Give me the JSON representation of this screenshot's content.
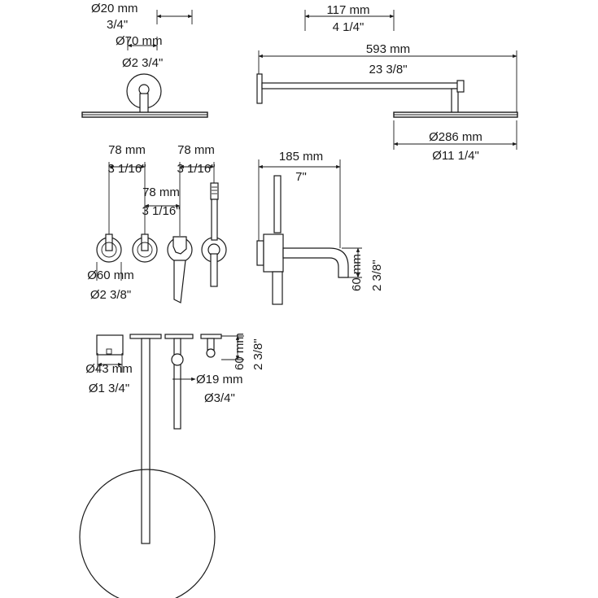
{
  "dimensions": {
    "d20_mm": "Ø20 mm",
    "d20_in": "3/4\"",
    "d70_mm": "Ø70 mm",
    "d70_in": "Ø2 3/4\"",
    "w117_mm": "117 mm",
    "w117_in": "4 1/4\"",
    "w593_mm": "593 mm",
    "w593_in": "23 3/8\"",
    "d286_mm": "Ø286 mm",
    "d286_in": "Ø11 1/4\"",
    "w78a_mm": "78 mm",
    "w78a_in": "3 1/16\"",
    "w78b_mm": "78 mm",
    "w78b_in": "3 1/16\"",
    "w78c_mm": "78 mm",
    "w78c_in": "3 1/16\"",
    "w185_mm": "185 mm",
    "w185_in": "7\"",
    "h60a_mm": "60 mm",
    "h60a_in": "2 3/8\"",
    "d60_mm": "Ø60 mm",
    "d60_in": "Ø2 3/8\"",
    "d43_mm": "Ø43 mm",
    "d43_in": "Ø1 3/4\"",
    "h60b_mm": "60 mm",
    "h60b_in": "2 3/8\"",
    "d19_mm": "Ø19 mm",
    "d19_in": "Ø3/4\""
  }
}
